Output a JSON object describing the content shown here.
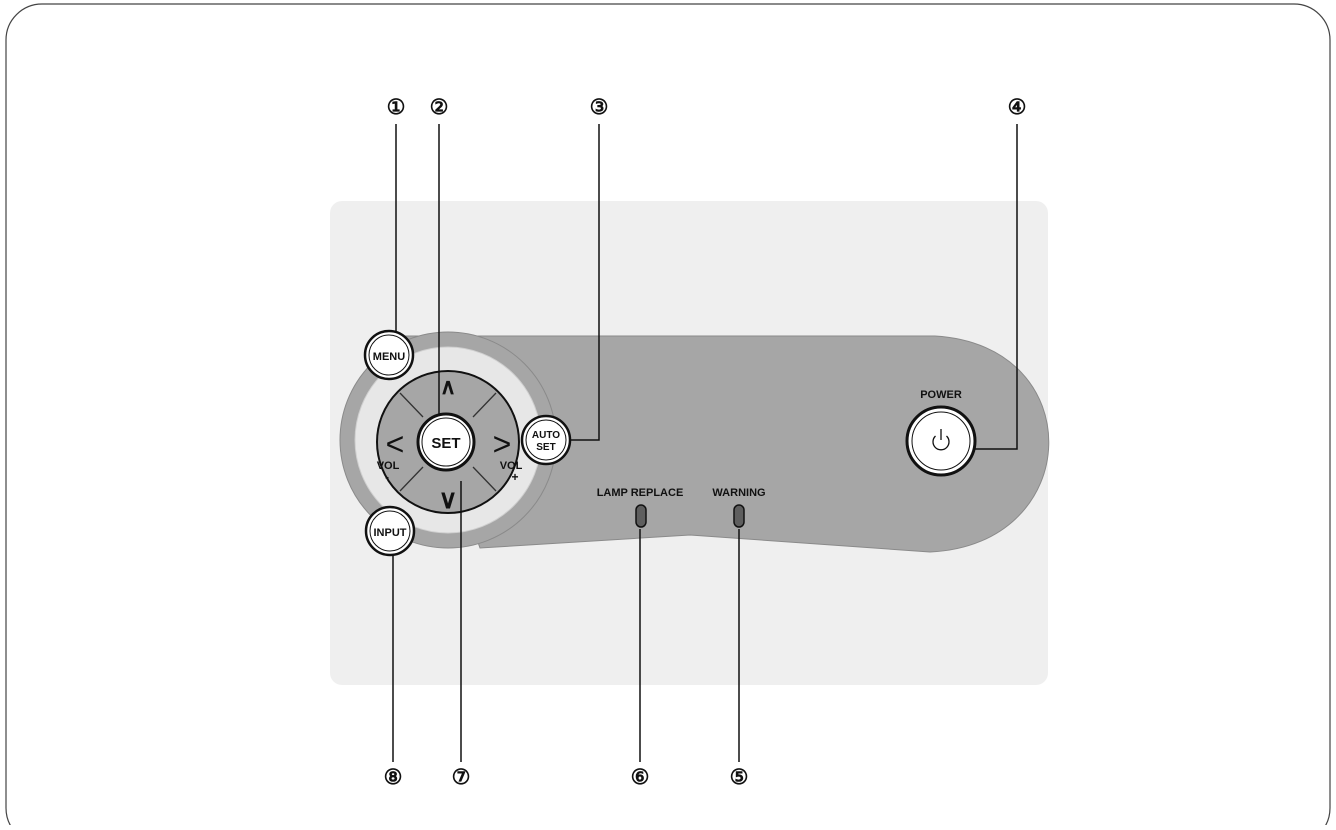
{
  "buttons": {
    "menu": "MENU",
    "set": "SET",
    "auto_set_line1": "AUTO",
    "auto_set_line2": "SET",
    "input": "INPUT",
    "power": "POWER",
    "vol_minus_line1": "VOL",
    "vol_minus_line2": "-",
    "vol_plus_line1": "VOL",
    "vol_plus_line2": "+"
  },
  "arrows": {
    "up": "∧",
    "down": "∨",
    "left": "<",
    "right": ">"
  },
  "indicators": {
    "lamp_replace": "LAMP REPLACE",
    "warning": "WARNING"
  },
  "callouts": [
    "①",
    "②",
    "③",
    "④",
    "⑤",
    "⑥",
    "⑦",
    "⑧"
  ],
  "colors": {
    "panel_bg": "#efefef",
    "control_bar": "#a6a6a6",
    "ring": "#e7e7e7",
    "indicator_led": "#5e5e5e",
    "line": "#111111"
  },
  "icons": {
    "power": "power-icon"
  }
}
